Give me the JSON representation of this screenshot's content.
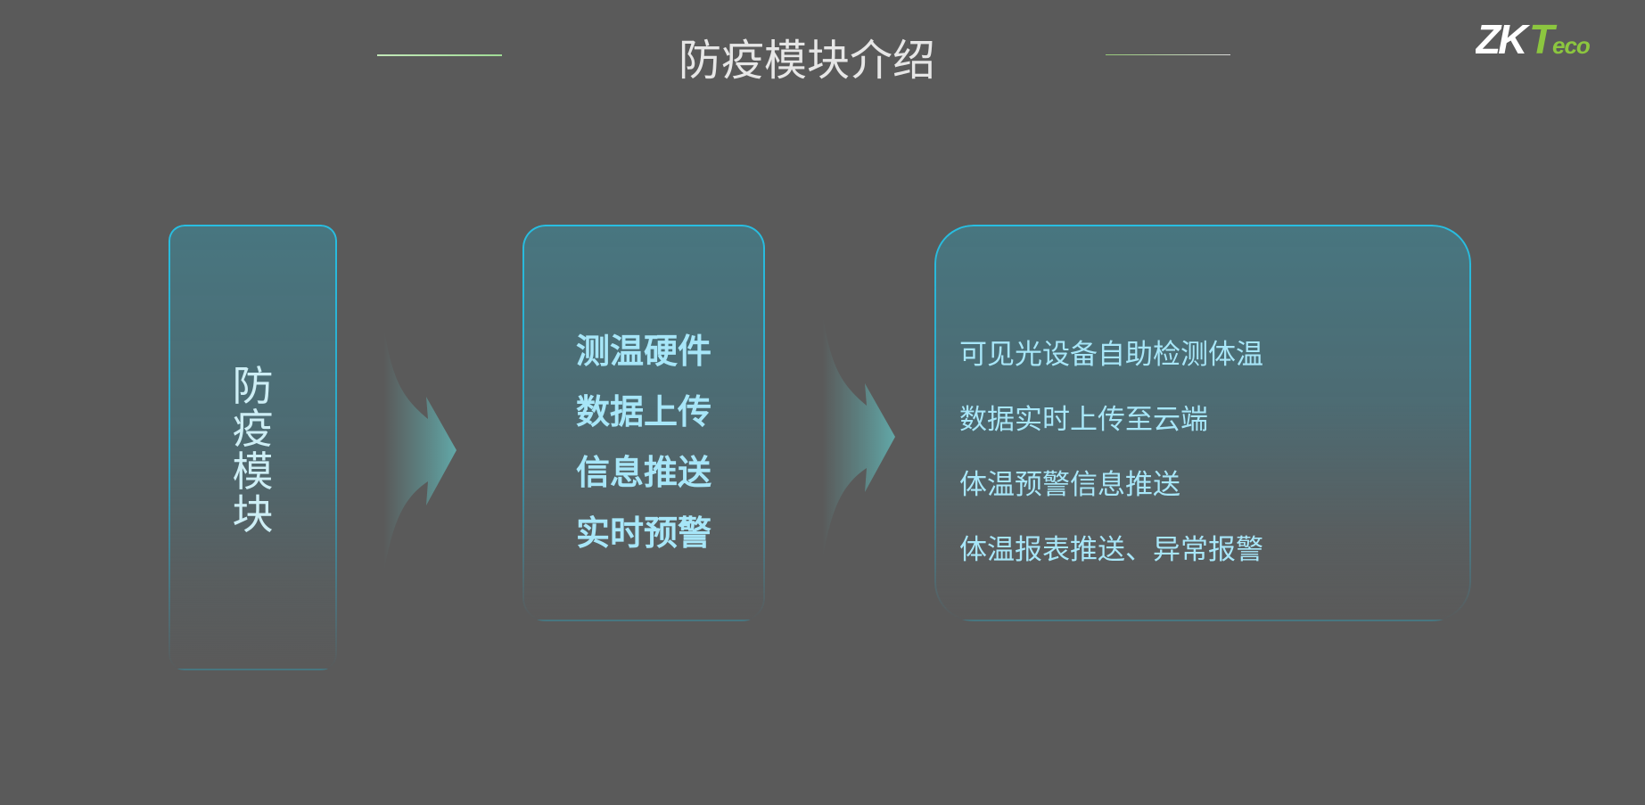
{
  "header": {
    "title": "防疫模块介绍"
  },
  "logo": {
    "text": "ZKTeco",
    "colors": {
      "zk": "#ffffff",
      "teco": "#8cc63f"
    }
  },
  "module": {
    "title_chars": [
      "防",
      "疫",
      "模",
      "块"
    ]
  },
  "features": [
    "测温硬件",
    "数据上传",
    "信息推送",
    "实时预警"
  ],
  "details": [
    "可见光设备自助检测体温",
    "数据实时上传至云端",
    "体温预警信息推送",
    "体温报表推送、异常报警"
  ],
  "colors": {
    "background": "#5a5a5a",
    "card_fill": "#487680",
    "card_border": "#28bee1",
    "text_accent": "#a7e6f8",
    "arrow": "#5fa3a3"
  }
}
